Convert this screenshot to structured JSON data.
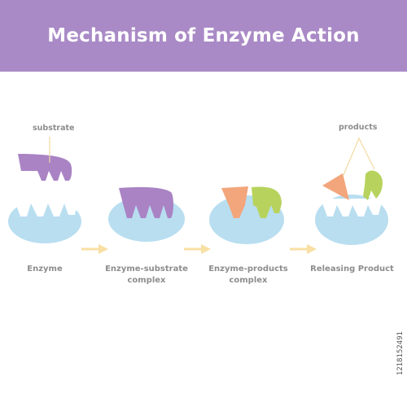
{
  "title": "Mechanism of Enzyme Action",
  "callouts": {
    "substrate": "substrate",
    "products": "products"
  },
  "stages": [
    {
      "label": "Enzyme"
    },
    {
      "label": "Enzyme-substrate\ncomplex"
    },
    {
      "label": "Enzyme-products\ncomplex"
    },
    {
      "label": "Releasing Product"
    }
  ],
  "stock_id": "1218152491",
  "colors": {
    "header": "#a98ac6",
    "enzyme": "#b8def0",
    "substrate": "#a983c4",
    "product_orange": "#f3a57b",
    "product_green": "#b7d35d",
    "arrow": "#f8dfa3",
    "text": "#8d8d8d"
  }
}
